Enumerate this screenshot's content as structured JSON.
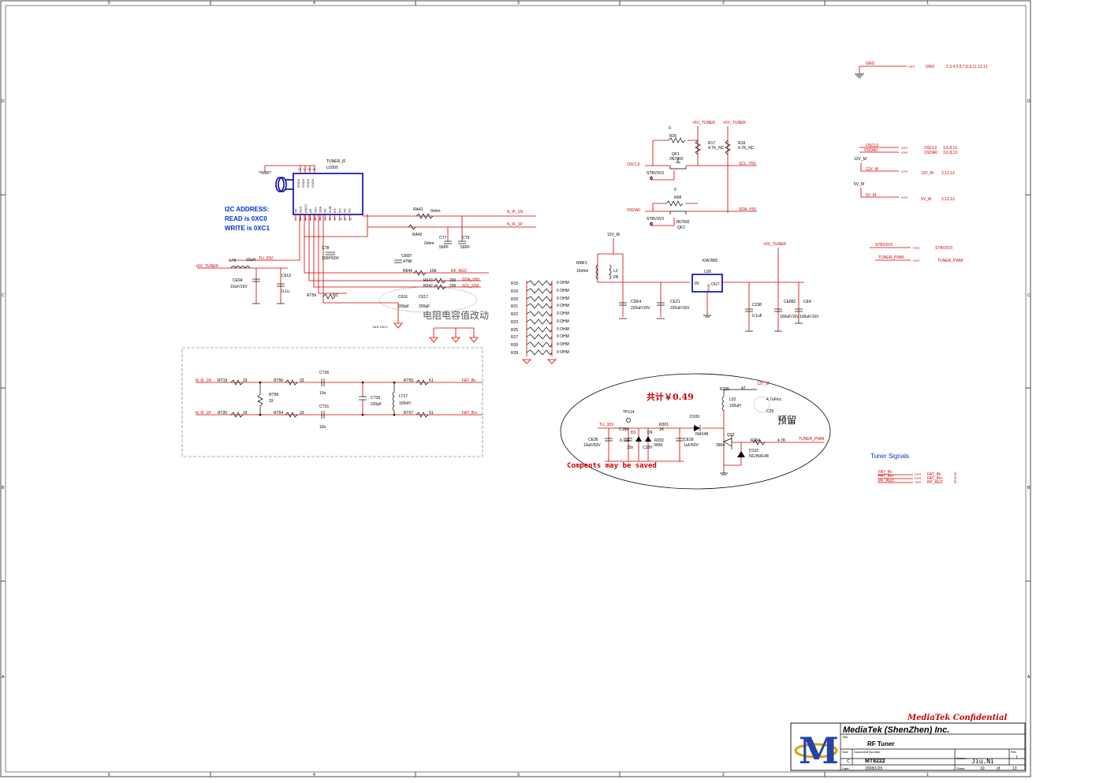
{
  "sheet": {
    "column_markers": [
      "5",
      "4",
      "3",
      "2",
      "1"
    ],
    "row_markers": [
      "D",
      "C",
      "B",
      "A"
    ]
  },
  "title_block": {
    "confidential": "MediaTek Confidential",
    "company": "MediaTek (ShenZhen) Inc.",
    "title_label": "Title",
    "title": "RF Tuner",
    "size_label": "Size",
    "size": "C",
    "docnum_label": "Document Number",
    "docnum": "MT8222",
    "rev_label": "Rev",
    "rev": "1",
    "date_label": "Date:",
    "date": "2008/1/25",
    "drawn_label": "Drawn:",
    "drawn": "Jiu.Ni",
    "sheet_label": "Sheet",
    "sheet": "10",
    "of_label": "of",
    "total": "13",
    "logo_letter": "M"
  },
  "tuner": {
    "i2c_title": "I2C ADDRESS:",
    "i2c_read": "READ is 0XC0",
    "i2c_write": "WRITE is 0XC1",
    "name": "TUNER_IF",
    "ref": "U1000",
    "gnd_pins": [
      "GND2",
      "GND3",
      "GND4",
      "GND5"
    ],
    "gnd_pin_nums": [
      "13",
      "14",
      "15",
      "16"
    ],
    "side_pins": [
      "NC",
      "AGC",
      "AS(V)",
      "AS",
      "SCL",
      "SDA",
      "NC",
      "5V/B",
      "IF1",
      "IF2",
      "NC",
      "NC"
    ],
    "side_pin_nums": [
      "1",
      "2",
      "3",
      "4",
      "5",
      "6",
      "7",
      "8",
      "9",
      "10",
      "11",
      "12"
    ]
  },
  "labels": {
    "annotation_cap": "电阻电容值改动",
    "annotation_save": "Compents may be saved",
    "total_cost": "共计￥0.49",
    "reserved": "预留",
    "tuner_signals": "Tuner Signals",
    "dle": "DLE CE1?"
  },
  "nets": {
    "n_if_1n": "N_IF_1N",
    "n_if_1p": "N_IF_1P",
    "tu_33v": "TU_33V",
    "p5v_tuner": "+5V_TUNER",
    "rf_agc": "RF_AGC",
    "sda_v50": "SDA_V50",
    "scl_v50": "SCL_V50",
    "fat_in_n": "FAT_IN-",
    "fat_in_p": "FAT_IN+",
    "oscl0": "OSCL0",
    "osda0": "OSDA0",
    "stbv3v3": "STBV3V3",
    "v12_m": "12V_M",
    "v5_m": "5V_M",
    "tuner_pwm": "TUNER_PWM",
    "gnd": "GND"
  },
  "offpage": [
    {
      "name": "GND",
      "pages": "2,3,4,5,6,7,8,9,11,12,13"
    },
    {
      "name": "OSCL0",
      "pages": "3,6,8,13"
    },
    {
      "name": "OSDA0",
      "pages": "3,6,8,13"
    },
    {
      "name": "12V_M",
      "pages": "2,12,13"
    },
    {
      "name": "5V_M",
      "pages": "2,12,13"
    },
    {
      "name": "STBV3V3",
      "pages": ""
    },
    {
      "name": "TUNER_PWM",
      "pages": ""
    }
  ],
  "tuner_signals": [
    {
      "name": "FAT_IN-",
      "page": "9"
    },
    {
      "name": "FAT_IN+",
      "page": "9"
    },
    {
      "name": "RF_AGC",
      "page": "9"
    }
  ],
  "components": {
    "ra41": {
      "ref": "RA41",
      "val": "0ohm"
    },
    "ra42": {
      "ref": "RA42",
      "val": "0ohm"
    },
    "ct7": {
      "ref": "CT7",
      "val": "56PF"
    },
    "ct9": {
      "ref": "CT9",
      "val": "56PF"
    },
    "cm37": {
      "ref": "CM37",
      "val": "47NF"
    },
    "ct8": {
      "ref": "CT8",
      "val": "100P/50V"
    },
    "l79": {
      "ref": "L79",
      "val": "10uH"
    },
    "ce94": {
      "ref": "CE94",
      "val": "10uF/16V"
    },
    "c613": {
      "ref": "C613",
      "val": "0.1u"
    },
    "r644": {
      "ref": "R644",
      "val": "10K"
    },
    "r643": {
      "ref": "R643",
      "val": "200"
    },
    "r642": {
      "ref": "R642",
      "val": "200"
    },
    "rt59": {
      "ref": "RT59",
      "val": "NC"
    },
    "c616": {
      "ref": "C616",
      "val": "200pF"
    },
    "c617": {
      "ref": "C617",
      "val": "200pF"
    },
    "r26": {
      "ref": "R26",
      "val": "0"
    },
    "r58": {
      "ref": "R58",
      "val": "0"
    },
    "r17": {
      "ref": "R17",
      "val": "4.7K_NC"
    },
    "r18": {
      "ref": "R18",
      "val": "4.7K_NC"
    },
    "qf1": {
      "ref": "QF1",
      "val": "2N7002"
    },
    "qf2": {
      "ref": "QF2",
      "val": "2N7002"
    },
    "rmf1": {
      "ref": "RMF1",
      "val": "10ohm"
    },
    "l2": {
      "ref": "L2",
      "val": "FB"
    },
    "u26": {
      "ref": "U26",
      "val": "KIA7805",
      "pin_in": "IN",
      "pin_out": "OUT",
      "pin_gnd": "GND"
    },
    "cde4": {
      "ref": "CDE4",
      "val": "220uF/16V"
    },
    "ce21": {
      "ref": "CE21",
      "val": "220uF/16V"
    },
    "c238": {
      "ref": "C238",
      "val": "0.1uF"
    },
    "ce882": {
      "ref": "CE882",
      "val": "100uF/16V"
    },
    "ce4": {
      "ref": "CE4",
      "val": "100uF/16V"
    },
    "ct36": {
      "ref": "CT36",
      "val": "10n"
    },
    "ct31": {
      "ref": "CT31",
      "val": "10n"
    },
    "ct35": {
      "ref": "CT35",
      "val": "220pF"
    },
    "lt27": {
      "ref": "LT27",
      "val": "100nH"
    },
    "rt19": {
      "ref": "RT19",
      "val": "33"
    },
    "rt20": {
      "ref": "RT20",
      "val": "33"
    },
    "rt56": {
      "ref": "RT56",
      "val": "33"
    },
    "rt54": {
      "ref": "RT54",
      "val": "33"
    },
    "rt58": {
      "ref": "RT58",
      "val": "33"
    },
    "rt55": {
      "ref": "RT55",
      "val": "51"
    },
    "rt57": {
      "ref": "RT57",
      "val": "51"
    },
    "tp114": {
      "ref": "TP114",
      "val": ""
    },
    "ce36": {
      "ref": "CE36",
      "val": "10uF/50V"
    },
    "c184": {
      "ref": "C184",
      "val": "0.1uF"
    },
    "d1": {
      "ref": "D1",
      "val": "33v"
    },
    "d9": {
      "ref": "D9",
      "val": "C33V"
    },
    "r301": {
      "ref": "R301",
      "val": "1K"
    },
    "r202": {
      "ref": "R202",
      "val": "300K"
    },
    "ce39": {
      "ref": "CE39",
      "val": "1uF/50V"
    },
    "d109": {
      "ref": "D109",
      "val": "IN4148"
    },
    "r326": {
      "ref": "R326",
      "val": "47"
    },
    "l52": {
      "ref": "L52",
      "val": "100uH"
    },
    "c29": {
      "ref": "C29",
      "val": "4.7uF/nc"
    },
    "q32": {
      "ref": "Q32",
      "val": "3904"
    },
    "r204": {
      "ref": "R204",
      "val": "4.7K"
    },
    "d132": {
      "ref": "D132",
      "val": "NC/IN4148"
    }
  },
  "ohm_array": [
    {
      "ref": "R15",
      "val": "0 OHM"
    },
    {
      "ref": "R16",
      "val": "0 OHM"
    },
    {
      "ref": "R20",
      "val": "0 OHM"
    },
    {
      "ref": "R21",
      "val": "0 OHM"
    },
    {
      "ref": "R22",
      "val": "0 OHM"
    },
    {
      "ref": "R23",
      "val": "0 OHM"
    },
    {
      "ref": "R25",
      "val": "0 OHM"
    },
    {
      "ref": "R27",
      "val": "0 OHM"
    },
    {
      "ref": "R35",
      "val": "0 OHM"
    },
    {
      "ref": "R39",
      "val": "0 OHM"
    }
  ]
}
